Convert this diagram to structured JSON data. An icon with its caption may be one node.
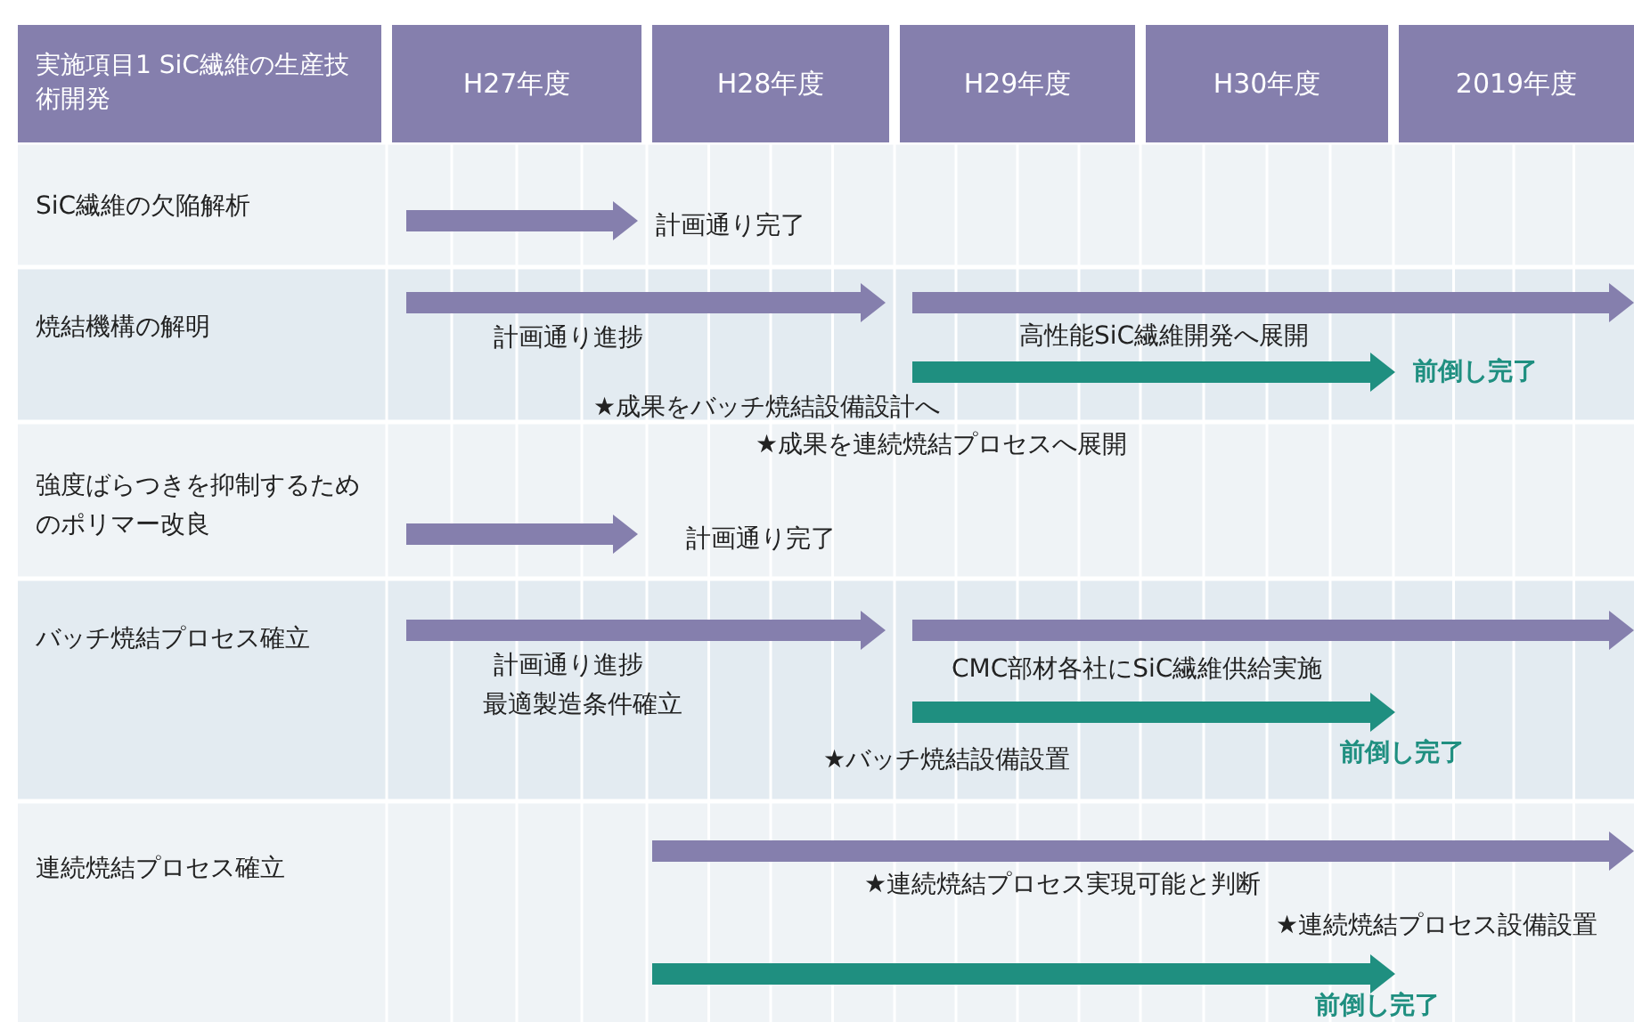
{
  "diagram": {
    "labels": [
      "実施項目1 SiC繊維の生産技術開発",
      "H27年度",
      "H28年度",
      "H29年度",
      "H30年度",
      "2019年度",
      "SiC繊維の欠陥解析",
      "計画通り完了",
      "焼結機構の解明",
      "計画通り進捗",
      "高性能SiC繊維開発へ展開",
      "前倒し完了",
      "★成果をバッチ焼結設備設計へ",
      "★成果を連続焼結プロセスへ展開",
      "強度ばらつきを抑制するためのポリマー改良",
      "計画通り完了",
      "バッチ焼結プロセス確立",
      "計画通り進捗",
      "最適製造条件確立",
      "CMC部材各社にSiC繊維供給実施",
      "★バッチ焼結設備設置",
      "前倒し完了",
      "連続焼結プロセス確立",
      "★連続焼結プロセス実現可能と判断",
      "★連続焼結プロセス設備設置",
      "前倒し完了"
    ]
  }
}
